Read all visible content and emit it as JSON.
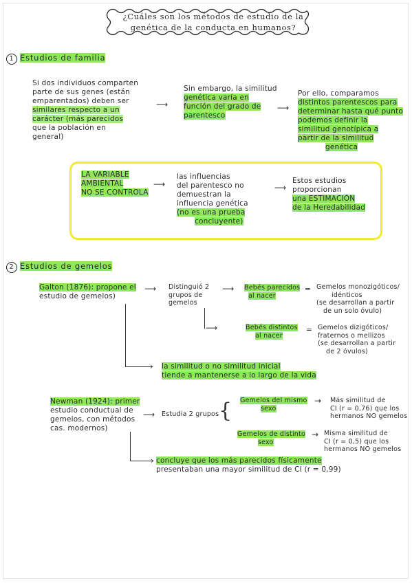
{
  "title": {
    "line1": "¿Cuáles son los métodos de estudio de la",
    "line2": "genética de la conducta en humanos?"
  },
  "section1": {
    "number": "1",
    "heading": "Estudios de familia",
    "col1": [
      "Si dos individuos comparten",
      "parte de sus genes (están",
      "emparentados) deben ser",
      "similares respecto a un",
      "carácter (más parecidos",
      "que la población en",
      "general)"
    ],
    "col2": [
      "Sin embargo, la similitud",
      "genética varía en",
      "función del grado de",
      "parentesco"
    ],
    "col3": [
      "Por ello, comparamos",
      "distintos parentescos para",
      "determinar hasta qué punto",
      "podemos definir la",
      "similitud genotípica a",
      "partir de la similitud",
      "genética"
    ],
    "box_left": [
      "LA VARIABLE",
      "AMBIENTAL",
      "NO SE CONTROLA"
    ],
    "box_mid": [
      "las influencias",
      "del parentesco no",
      "demuestran la",
      "influencia genética",
      "(no es una prueba",
      "concluyente)"
    ],
    "box_right": [
      "Estos estudios",
      "proporcionan",
      "una ESTIMACIÓN",
      "de la Heredabilidad"
    ]
  },
  "section2": {
    "number": "2",
    "heading": "Estudios de gemelos",
    "galton": [
      "Galton (1876): propone el",
      "estudio de gemelos)"
    ],
    "distinguio": [
      "Distinguió 2",
      "grupos de",
      "gemelos"
    ],
    "bebes1": [
      "Bebés parecidos",
      "al nacer"
    ],
    "bebes2": [
      "Bebés distintos",
      "al nacer"
    ],
    "mono": [
      "Gemelos monozigóticos/",
      "idénticos",
      "(se desarrollan a partir",
      "de un solo óvulo)"
    ],
    "dizi": [
      "Gemelos dizigóticos/",
      "fraternos o mellizos",
      "(se desarrollan a partir",
      "de 2 óvulos)"
    ],
    "similitud": [
      "la similitud o no similitud inicial",
      "tiende a mantenerse a lo largo de la vida"
    ],
    "newman": [
      "Newman (1924): primer",
      "estudio conductual de",
      "gemelos, con métodos",
      "cas. modernos)"
    ],
    "estudia": "Estudia 2 grupos",
    "mismo_sexo": [
      "Gemelos del mismo",
      "sexo"
    ],
    "distinto_sexo": [
      "Gemelos de distinto",
      "sexo"
    ],
    "mas_similitud": [
      "Más similitud de",
      "CI (r = 0,76) que los",
      "hermanos NO gemelos"
    ],
    "misma_similitud": [
      "Misma similitud de",
      "CI (r = 0,5) que los",
      "hermanos NO gemelos"
    ],
    "concluye": [
      "concluye que los más parecidos físicamente",
      "presentaban una mayor similitud de CI (r = 0,99)"
    ]
  }
}
